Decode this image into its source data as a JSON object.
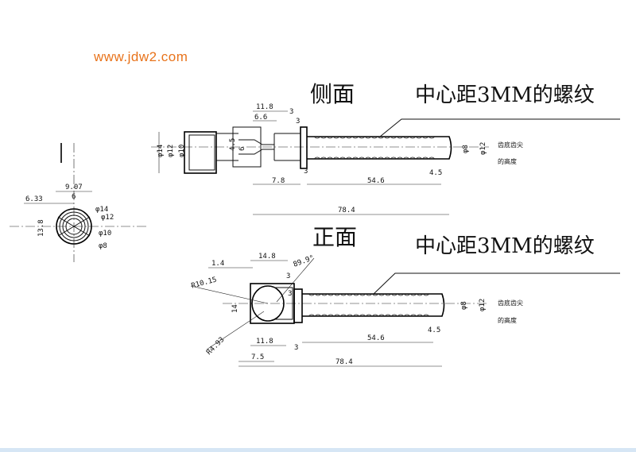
{
  "watermark": "www.jdw2.com",
  "side_view": {
    "title": "侧面",
    "subtitle": "中心距3MM的螺纹",
    "dims": {
      "d11_8": "11.8",
      "d6_6": "6.6",
      "d3a": "3",
      "d3b": "3",
      "phi14": "φ14",
      "phi12": "φ12",
      "phi10": "φ10",
      "d4_5": "4.5",
      "d6": "6",
      "d3c": "3",
      "d7_8": "7.8",
      "d54_6": "54.6",
      "d4_5b": "4.5",
      "d78_4": "78.4",
      "phi8": "φ8",
      "phi12b": "φ12"
    },
    "note_line1": "齿底齿尖",
    "note_line2": "的高度"
  },
  "end_view": {
    "dims": {
      "d9_07": "9.07",
      "d6_33": "6.33",
      "d6": "6",
      "d13_8": "13.8",
      "phi14": "φ14",
      "phi12": "φ12",
      "phi10": "φ10",
      "phi8": "φ8"
    }
  },
  "front_view": {
    "title": "正面",
    "subtitle": "中心距3MM的螺纹",
    "dims": {
      "d1_4": "1.4",
      "d14_8": "14.8",
      "d89_9": "89.9°",
      "r10_15": "R10.15",
      "d14": "14",
      "d3a": "3",
      "d3b": "3",
      "r4_93": "R4.93",
      "d11_8": "11.8",
      "d3c": "3",
      "d7_5": "7.5",
      "d54_6": "54.6",
      "d4_5": "4.5",
      "d78_4": "78.4",
      "phi8": "φ8",
      "phi12": "φ12"
    },
    "note_line1": "齿底齿尖",
    "note_line2": "的高度"
  }
}
